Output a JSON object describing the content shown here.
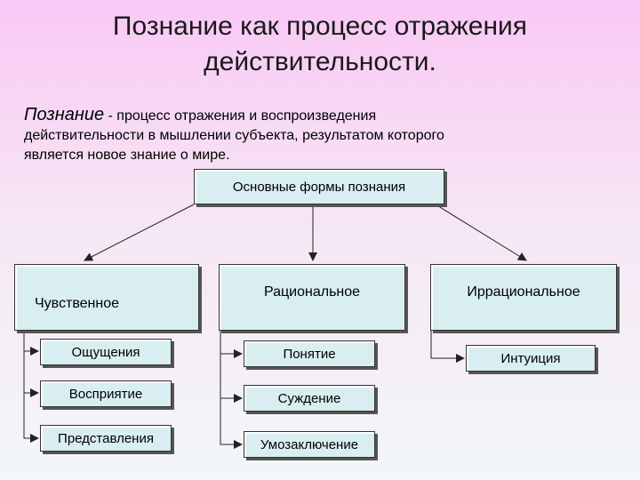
{
  "title": {
    "line1": "Познание как процесс отражения",
    "line2": "действительности."
  },
  "definition": {
    "term": "Познание",
    "line1": " - процесс  отражения и воспроизведения",
    "line2": "действительности в мышлении субъекта, результатом которого",
    "line3": "является новое знание о мире."
  },
  "root": "Основные формы познания",
  "branches": [
    {
      "label": "Чувственное",
      "items": [
        "Ощущения",
        "Восприятие",
        "Представления"
      ]
    },
    {
      "label": "Рациональное",
      "items": [
        "Понятие",
        "Суждение",
        "Умозаключение"
      ]
    },
    {
      "label": "Иррациональное",
      "items": [
        "Интуиция"
      ]
    }
  ]
}
